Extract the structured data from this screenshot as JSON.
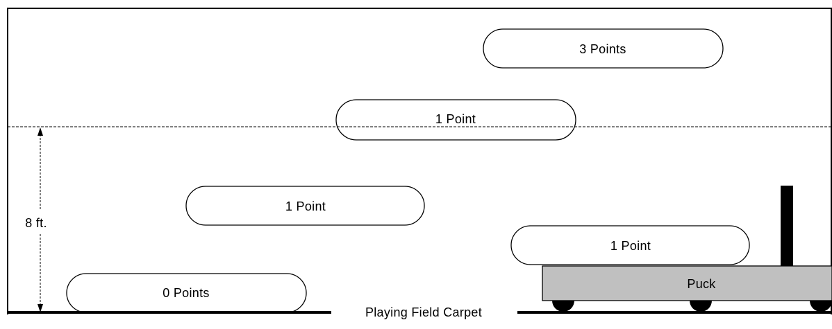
{
  "diagram": {
    "colors": {
      "line": "#000000",
      "puck_fill": "#c0c0c0",
      "background": "#ffffff"
    },
    "dimension_label": "8 ft.",
    "carpet_label": "Playing Field Carpet",
    "puck_label": "Puck",
    "scoring_zones": [
      {
        "label": "3 Points"
      },
      {
        "label": "1 Point"
      },
      {
        "label": "1 Point"
      },
      {
        "label": "1 Point"
      },
      {
        "label": "0 Points"
      }
    ]
  }
}
